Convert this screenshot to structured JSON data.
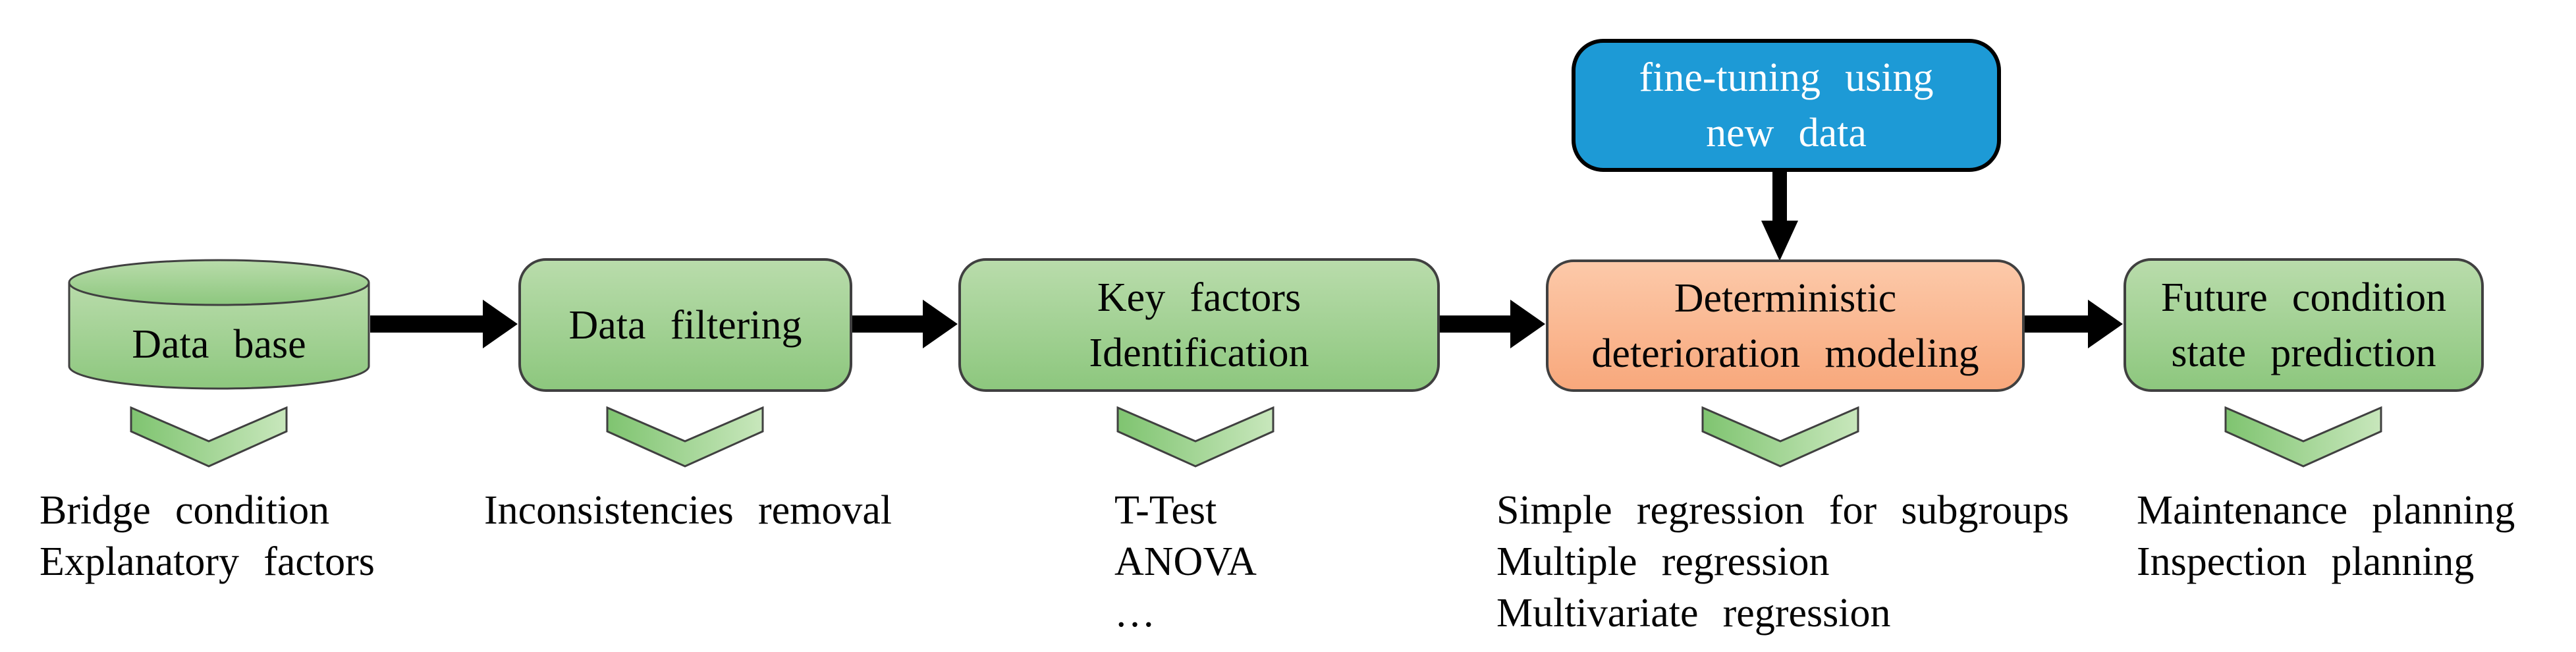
{
  "colors": {
    "green_top": "#b9dcab",
    "green_bottom": "#8dc77e",
    "orange_top": "#fcc9a9",
    "orange_bottom": "#f8a87c",
    "blue_fill": "#1d9ad6",
    "chev_left": "#7fc470",
    "chev_right": "#c8e7bc",
    "border_dark": "#404040",
    "arrow_black": "#000000",
    "text_black": "#050505",
    "text_white": "#ffffff",
    "bg": "#ffffff"
  },
  "flowchart": {
    "nodes": {
      "database": {
        "label": "Data base"
      },
      "data_filtering": {
        "label": "Data filtering"
      },
      "key_factors": {
        "line1": "Key factors",
        "line2": "Identification"
      },
      "fine_tuning": {
        "line1": "fine-tuning  using",
        "line2": "new data"
      },
      "deterministic": {
        "line1": "Deterministic",
        "line2": "deterioration modeling"
      },
      "future": {
        "line1": "Future condition",
        "line2": "state prediction"
      }
    },
    "annotations": {
      "database": {
        "line1": "Bridge condition",
        "line2": "Explanatory factors"
      },
      "data_filtering": {
        "line1": "Inconsistencies removal"
      },
      "key_factors": {
        "line1": "T-Test",
        "line2": "ANOVA",
        "line3": "…"
      },
      "deterministic": {
        "line1": "Simple regression for subgroups",
        "line2": "Multiple regression",
        "line3": "Multivariate regression"
      },
      "future": {
        "line1": "Maintenance planning",
        "line2": "Inspection planning"
      }
    }
  }
}
